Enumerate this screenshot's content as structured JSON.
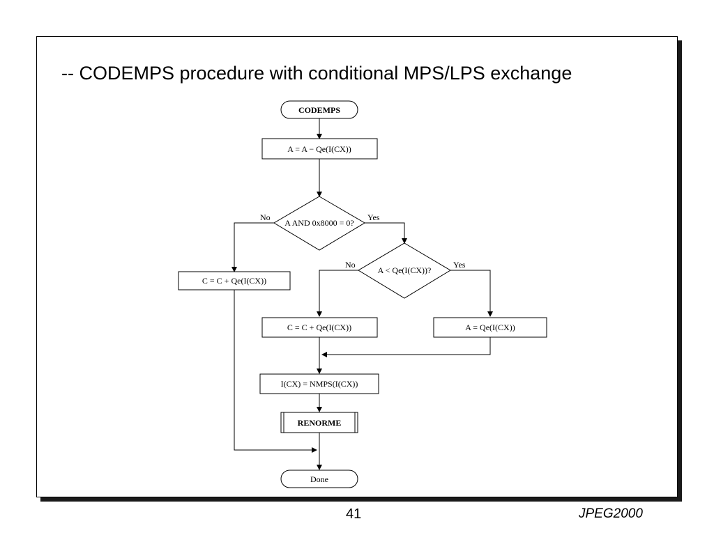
{
  "slide": {
    "title": "-- CODEMPS procedure with conditional MPS/LPS exchange",
    "page_number": "41",
    "footer_label": "JPEG2000"
  },
  "flowchart": {
    "start": "CODEMPS",
    "step_a": "A = A − Qe(I(CX))",
    "decision1": "A AND 0x8000 = 0?",
    "decision1_no": "No",
    "decision1_yes": "Yes",
    "left_assign": "C = C + Qe(I(CX))",
    "decision2": "A < Qe(I(CX))?",
    "decision2_no": "No",
    "decision2_yes": "Yes",
    "mid_assign": "C = C + Qe(I(CX))",
    "right_assign": "A = Qe(I(CX))",
    "nmps": "I(CX) = NMPS(I(CX))",
    "renorme": "RENORME",
    "end": "Done"
  }
}
